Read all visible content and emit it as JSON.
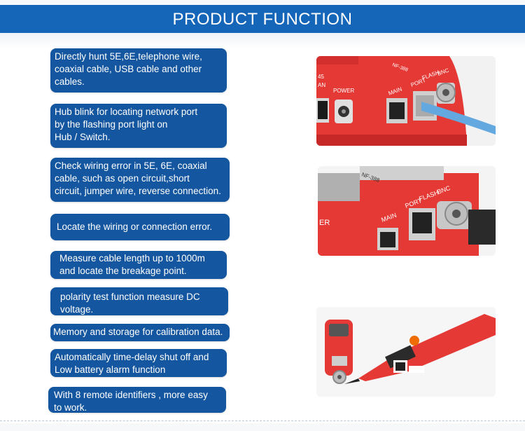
{
  "header": {
    "title": "PRODUCT FUNCTION"
  },
  "features": [
    "Directly hunt 5E,6E,telephone wire,\ncoaxial cable, USB cable and other\ncables.",
    "Hub blink for locating network port\nby  the flashing port light on\nHub / Switch.",
    "Check wiring error in 5E, 6E, coaxial\n cable, such as open circuit,short\ncircuit, jumper wire, reverse connection.",
    "Locate the wiring or connection error.",
    "Measure cable length up to 1000m\nand locate the breakage point.",
    "polarity test function measure DC\nvoltage.",
    "Memory and storage for calibration data.",
    "Automatically time-delay shut off and\nLow battery alarm function",
    "With 8 remote identifiers , more easy\nto work."
  ],
  "photos": {
    "photo1": {
      "labels": {
        "p1": "45",
        "p2": "AN",
        "power": "POWER",
        "main": "MAIN",
        "port": "PORT",
        "flash": "FLASH",
        "bnc": "BNC",
        "model": "NF-388"
      }
    },
    "photo2": {
      "labels": {
        "model": "NF-388",
        "main": "MAIN",
        "port": "PORT",
        "flash": "FLASH",
        "bnc": "BNC",
        "er": "ER"
      }
    },
    "photo3": {
      "labels": {}
    }
  },
  "colors": {
    "header_blue": "#1565b8",
    "box_blue": "#14569f",
    "device_red": "#e53935"
  }
}
